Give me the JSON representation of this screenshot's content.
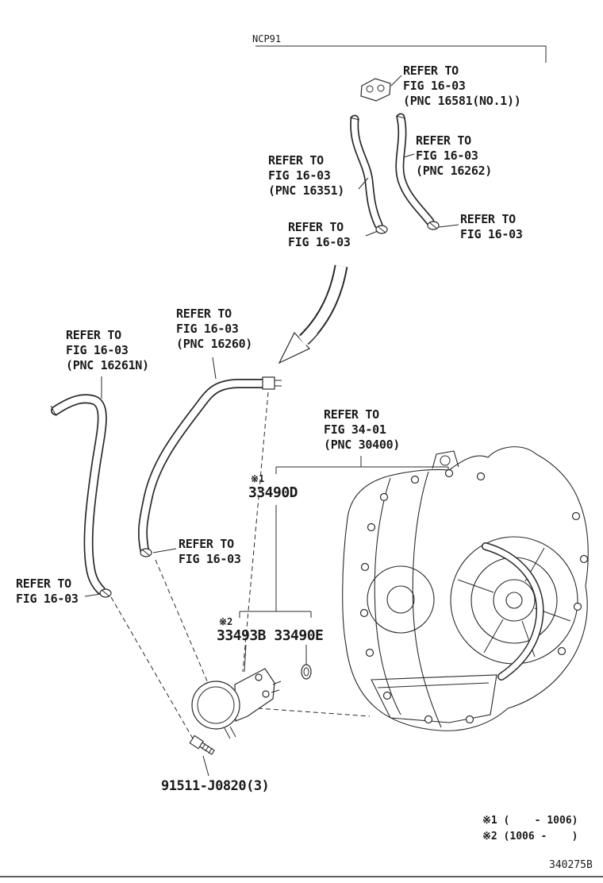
{
  "page": {
    "model_code": "NCP91",
    "drawing_code": "340275B",
    "line_color": "#2a2a2a",
    "background": "#ffffff"
  },
  "callouts": {
    "clamp_16581": {
      "lines": [
        "REFER TO",
        "FIG 16-03",
        "(PNC 16581(NO.1))"
      ]
    },
    "hose_16351": {
      "lines": [
        "REFER TO",
        "FIG 16-03",
        "(PNC 16351)"
      ]
    },
    "hose_16262": {
      "lines": [
        "REFER TO",
        "FIG 16-03",
        "(PNC 16262)"
      ]
    },
    "clip_top_left": {
      "lines": [
        "REFER TO",
        "FIG 16-03"
      ]
    },
    "clip_top_right": {
      "lines": [
        "REFER TO",
        "FIG 16-03"
      ]
    },
    "hose_16260": {
      "lines": [
        "REFER TO",
        "FIG 16-03",
        "(PNC 16260)"
      ]
    },
    "hose_16261n": {
      "lines": [
        "REFER TO",
        "FIG 16-03",
        "(PNC 16261N)"
      ]
    },
    "transaxle_30400": {
      "lines": [
        "REFER TO",
        "FIG 34-01",
        "(PNC 30400)"
      ]
    },
    "clip_mid": {
      "lines": [
        "REFER TO",
        "FIG 16-03"
      ]
    },
    "clip_left": {
      "lines": [
        "REFER TO",
        "FIG 16-03"
      ]
    }
  },
  "parts": {
    "cooler_assy": {
      "note": "※1",
      "number": "33490D"
    },
    "cooler_kit": {
      "note": "※2",
      "number": "33493B 33490E"
    },
    "bolt": {
      "number": "91511-J0820(3)"
    }
  },
  "footnotes": {
    "note1": "※1 (    - 1006)",
    "note2": "※2 (1006 -    )"
  }
}
